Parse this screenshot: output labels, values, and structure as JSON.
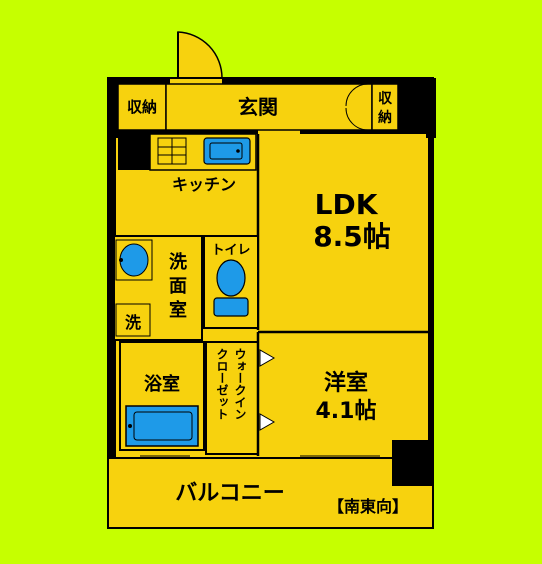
{
  "rooms": {
    "storage_left": "収納",
    "entrance": "玄関",
    "storage_right_line1": "収",
    "storage_right_line2": "納",
    "kitchen": "キッチン",
    "ldk_name": "LDK",
    "ldk_size": "8.5帖",
    "washroom_line1": "洗",
    "washroom_line2": "面",
    "washroom_line3": "室",
    "toilet": "トイレ",
    "washer": "洗",
    "bathroom": "浴室",
    "walkin_col1": "ウォークイン",
    "walkin_col2": "クローゼット",
    "western_name": "洋室",
    "western_size": "4.1帖",
    "balcony": "バルコニー",
    "orientation": "【南東向】"
  },
  "colors": {
    "background": "#c6ff00",
    "room_fill": "#f7d20e",
    "wall": "#000000",
    "fixture": "#1e9ae8"
  }
}
